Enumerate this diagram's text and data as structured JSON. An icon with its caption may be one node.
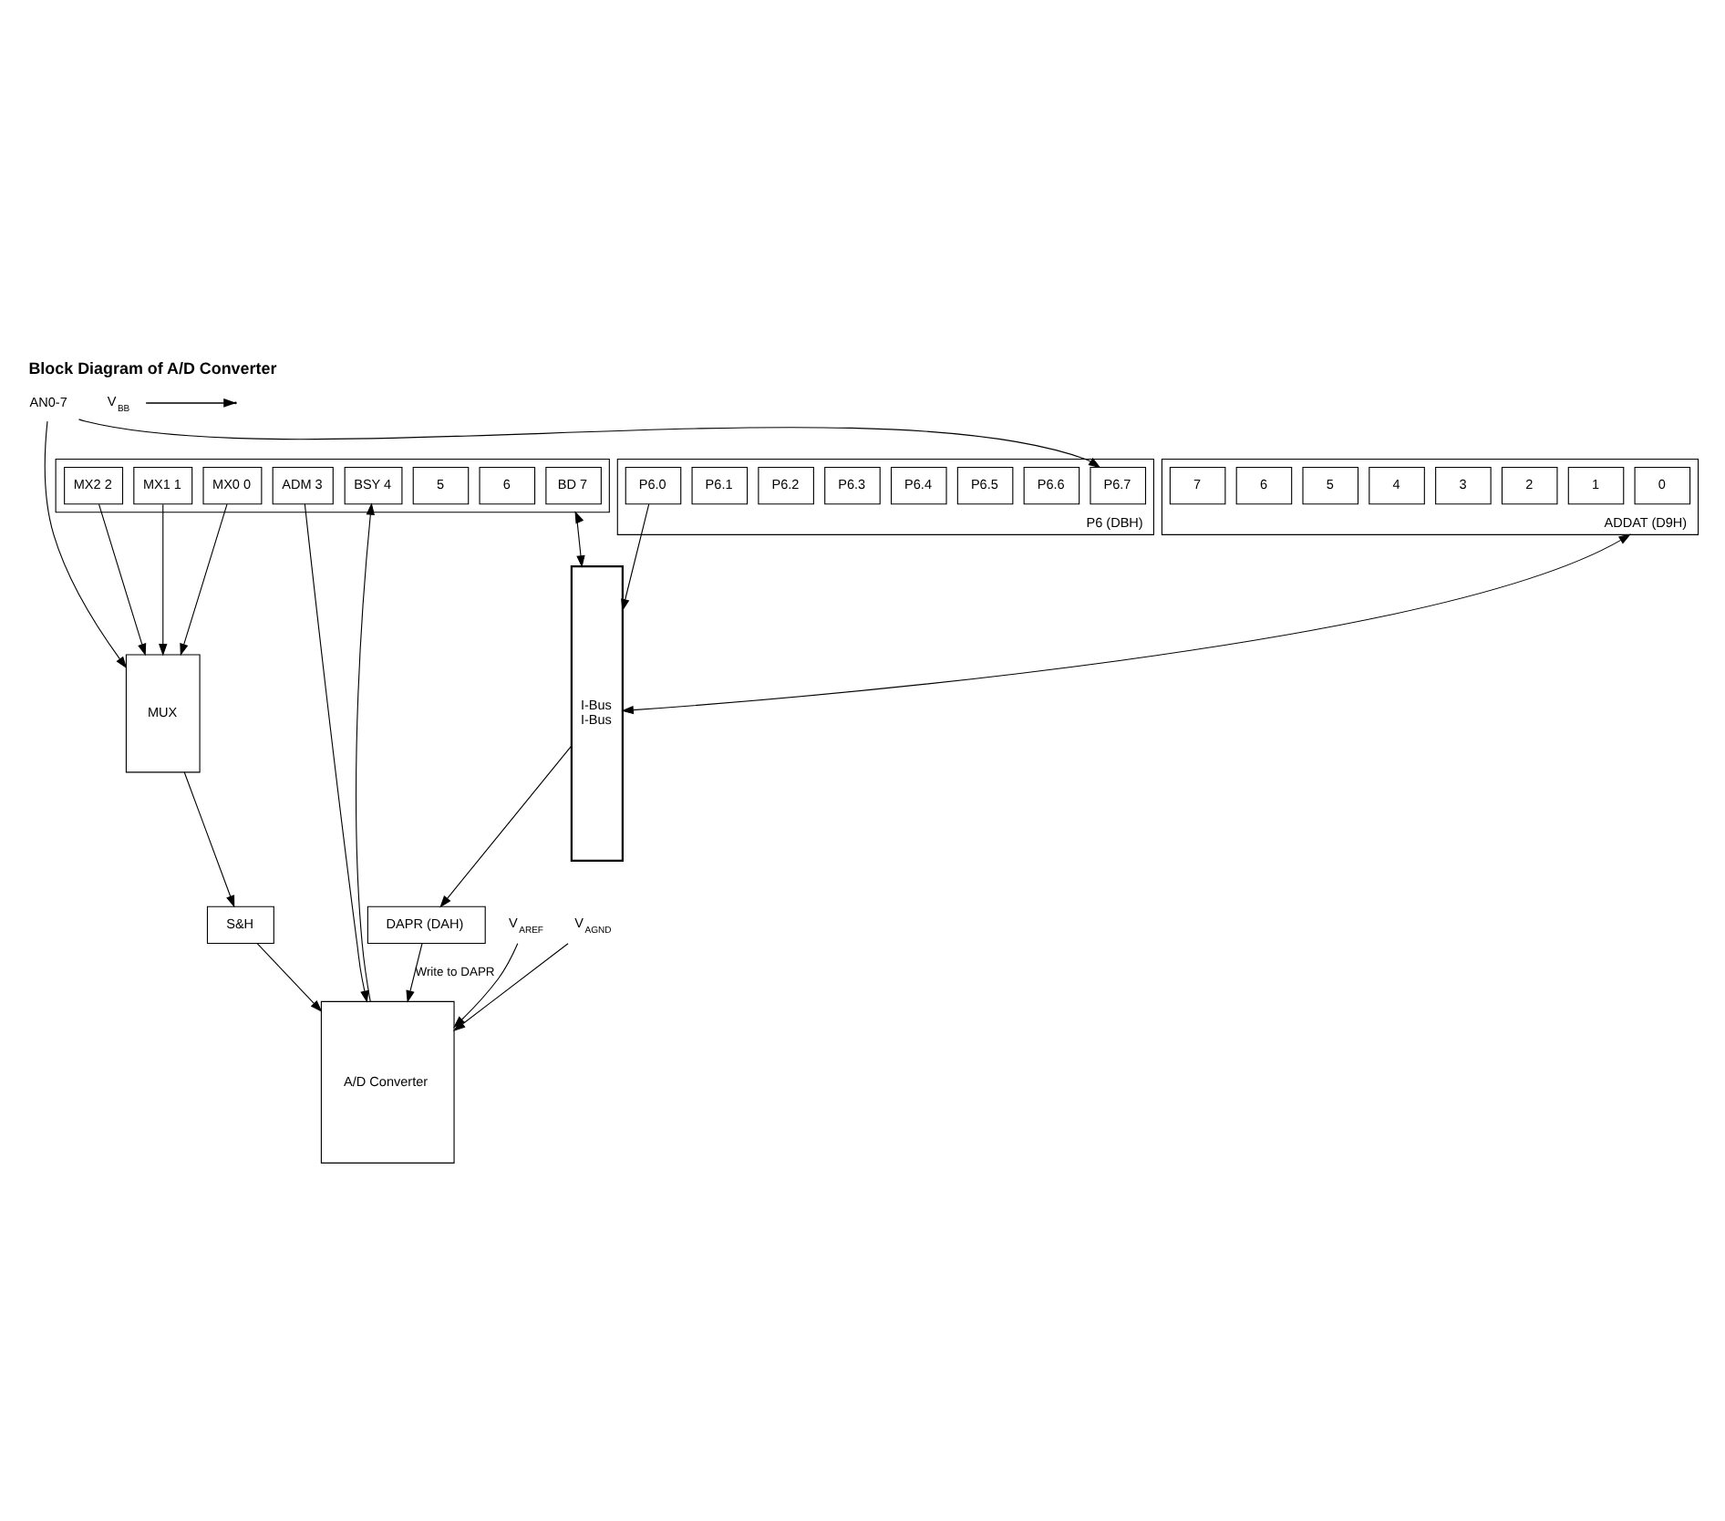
{
  "diagram": {
    "title": "Block Diagram of A/D Converter",
    "nodes": [
      {
        "text": [
          "P6 (DBH)"
        ]
      },
      {
        "text": [
          "P6.7"
        ],
        "in": 0
      },
      {
        "text": [
          "P6.6"
        ],
        "in": 0
      },
      {
        "text": [
          "P6.5"
        ],
        "in": 0
      },
      {
        "text": [
          "P6.4"
        ],
        "in": 0
      },
      {
        "text": [
          "P6.3"
        ],
        "in": 0
      },
      {
        "text": [
          "P6.2"
        ],
        "in": 0
      },
      {
        "text": [
          "P6.1"
        ],
        "in": 0
      },
      {
        "text": [
          "P6.0"
        ],
        "in": 0
      },
      {
        "text": [],
        "shape": "box"
      },
      {
        "text": [
          "BD 7"
        ],
        "in": 9
      },
      {
        "text": [
          "6"
        ],
        "in": 9
      },
      {
        "text": [
          "5"
        ],
        "in": 9
      },
      {
        "text": [
          "BSY 4"
        ],
        "in": 9
      },
      {
        "text": [
          "ADM 3"
        ],
        "in": 9
      },
      {
        "text": [
          "MX2 2"
        ],
        "in": 9
      },
      {
        "text": [
          "MX1 1"
        ],
        "in": 9
      },
      {
        "text": [
          "MX0 0"
        ],
        "in": 9
      },
      {
        "text": [
          "MUX"
        ]
      },
      {
        "text": [
          "S&H"
        ]
      },
      {
        "text": [
          "A/D Converter"
        ]
      },
      {
        "text": [
          "ADDAT (D9H)"
        ]
      },
      {
        "text": [
          "0"
        ],
        "in": 21
      },
      {
        "text": [
          "1"
        ],
        "in": 21
      },
      {
        "text": [
          "2"
        ],
        "in": 21
      },
      {
        "text": [
          "3"
        ],
        "in": 21
      },
      {
        "text": [
          "4"
        ],
        "in": 21
      },
      {
        "text": [
          "5"
        ],
        "in": 21
      },
      {
        "text": [
          "6"
        ],
        "in": 21
      },
      {
        "text": [
          "7"
        ],
        "in": 21
      },
      {
        "text": [
          "DAPR (DAH)"
        ]
      },
      {
        "text": [
          "I-Bus",
          "I-Bus"
        ]
      },
      {
        "text": [
          "AN0-7"
        ]
      },
      {
        "text": [
          "V$_{AREF}$"
        ]
      },
      {
        "text": [
          "V$_{AGND}$"
        ]
      },
      {
        "text": [
          "V$_{BB}$"
        ]
      }
    ],
    "edges": [
      {
        "from": 32,
        "to": 1,
        "arrow": "to"
      },
      {
        "from": 32,
        "to": 18,
        "arrow": "to"
      },
      {
        "from": 8,
        "to": 31,
        "arrow": "to"
      },
      {
        "from": 9,
        "to": 31,
        "arrow": "both"
      },
      {
        "from": 15,
        "to": 18,
        "arrow": "to"
      },
      {
        "from": 16,
        "to": 18,
        "arrow": "to"
      },
      {
        "from": 17,
        "to": 18,
        "arrow": "to"
      },
      {
        "from": 20,
        "to": 13,
        "arrow": "to"
      },
      {
        "from": 14,
        "to": 20,
        "arrow": "to"
      },
      {
        "from": 18,
        "to": 19,
        "arrow": "to"
      },
      {
        "from": 19,
        "to": 20,
        "arrow": "to"
      },
      {
        "from": 33,
        "to": 20,
        "arrow": "to"
      },
      {
        "from": 34,
        "to": 20,
        "arrow": "to"
      },
      {
        "from": 35,
        "to": null,
        "arrow": "to"
      },
      {
        "from": 21,
        "to": 31,
        "arrow": "both"
      },
      {
        "from": 31,
        "to": 30,
        "arrow": "to"
      },
      {
        "from": 30,
        "to": 20,
        "arrow": "to",
        "label": "Write to DAPR"
      }
    ]
  }
}
